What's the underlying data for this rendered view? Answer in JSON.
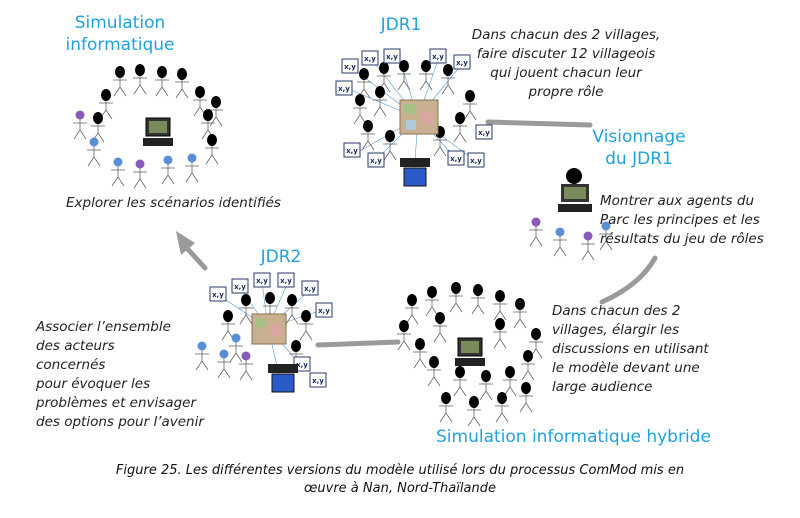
{
  "titles": {
    "simulation": [
      "Simulation",
      "informatique"
    ],
    "jdr1": "JDR1",
    "visionnage": [
      "Visionnage",
      "du JDR1"
    ],
    "jdr2": "JDR2",
    "hybride": "Simulation informatique hybride"
  },
  "descriptions": {
    "jdr1": [
      "Dans chacun des 2 villages,",
      "faire discuter 12 villageois",
      "qui jouent chacun leur",
      "propre rôle"
    ],
    "simulation": [
      "Explorer les scénarios identifiés"
    ],
    "visionnage": [
      "Montrer aux agents du",
      "Parc les principes et les",
      "résultats du jeu de rôles"
    ],
    "hybride": [
      "Dans chacun des 2",
      "villages, élargir les",
      "discussions en utilisant",
      "le modèle devant une",
      "large audience"
    ],
    "jdr2": [
      "Associer l’ensemble",
      "des acteurs",
      "concernés",
      "pour évoquer les",
      "problèmes et envisager",
      "des options pour l’avenir"
    ]
  },
  "card_label": "x,y",
  "caption": [
    "Figure 25. Les différentes versions du modèle utilisé lors du processus ComMod mis en",
    "œuvre à Nan, Nord-Thaïlande"
  ],
  "colors": {
    "title": "#1fa2de",
    "arrow": "#9a9a9a",
    "head_villager": "#000000",
    "head_agent_purple": "#8a5ab8",
    "head_agent_blue": "#5a8fd8",
    "link_lines": "#5b9bd5"
  }
}
